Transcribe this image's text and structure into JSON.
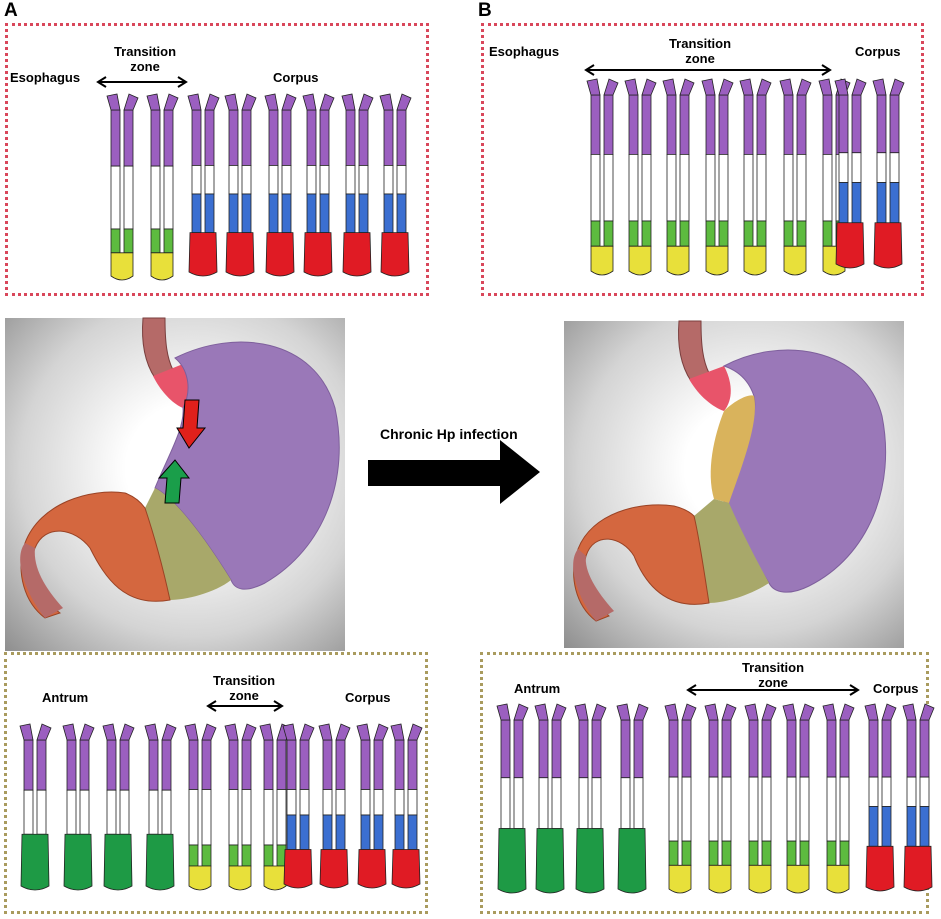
{
  "panels": {
    "a": {
      "letter": "A"
    },
    "b": {
      "letter": "B"
    }
  },
  "labels": {
    "esophagus": "Esophagus",
    "corpus": "Corpus",
    "antrum": "Antrum",
    "transition_line1": "Transition",
    "transition_line2": "zone",
    "chronic": "Chronic Hp infection"
  },
  "colors": {
    "frame_top": "#d9475b",
    "frame_bottom": "#a99b5e",
    "gland_purple": "#9b5fc0",
    "gland_blue": "#3b6fd1",
    "gland_green_light": "#5dbb3f",
    "gland_green_dark": "#1e9a45",
    "gland_yellow": "#e8e03a",
    "gland_red": "#e01b24",
    "stomach_purple": "#9a78b8",
    "stomach_orange": "#d4673f",
    "stomach_olive": "#a8a86a",
    "stomach_pink": "#e8546a",
    "stomach_tan": "#d9b35c",
    "arrow_red": "#e0201b",
    "arrow_green": "#1a9e4a"
  }
}
